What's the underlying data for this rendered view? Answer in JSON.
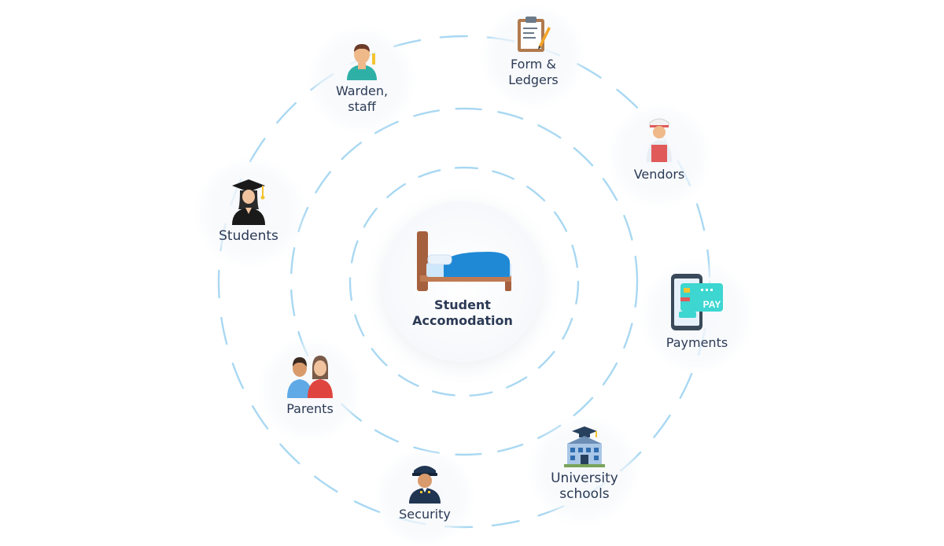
{
  "diagram": {
    "center": {
      "label": "Student\nAccomodation",
      "icon": "bed-icon"
    },
    "nodes": {
      "form_ledgers": {
        "label": "Form &\nLedgers",
        "icon": "clipboard-icon"
      },
      "warden_staff": {
        "label": "Warden,\nstaff",
        "icon": "warden-icon"
      },
      "vendors": {
        "label": "Vendors",
        "icon": "vendor-icon"
      },
      "students": {
        "label": "Students",
        "icon": "graduate-icon"
      },
      "payments": {
        "label": "Payments",
        "icon": "phone-payment-icon",
        "badge": "PAY"
      },
      "parents": {
        "label": "Parents",
        "icon": "parents-icon"
      },
      "university_schools": {
        "label": "University\nschools",
        "icon": "university-icon"
      },
      "security": {
        "label": "Security",
        "icon": "security-guard-icon"
      }
    },
    "colors": {
      "ring": "#a9d8f2",
      "label_text": "#2b3a55",
      "bed_frame": "#a5603e",
      "bed_sheet": "#1f89d6",
      "pay_card": "#3dd6d0"
    }
  }
}
